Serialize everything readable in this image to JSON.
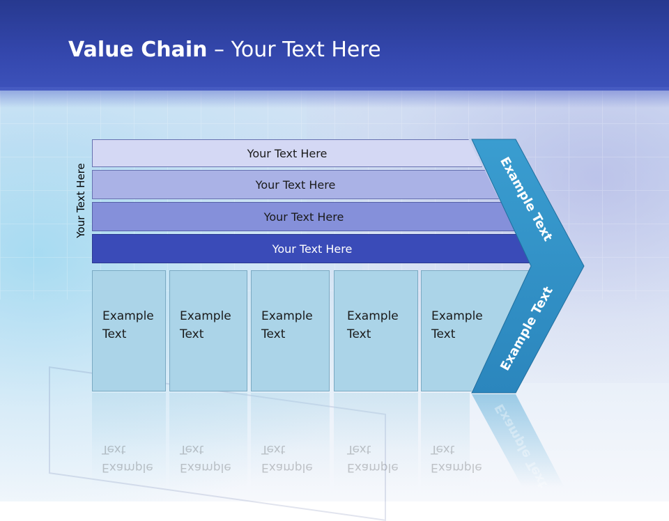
{
  "title": {
    "bold": "Value Chain",
    "rest": " – Your Text Here"
  },
  "side_label": "Your Text Here",
  "bands": [
    {
      "label": "Your Text Here",
      "color": "#d4d8f4"
    },
    {
      "label": "Your Text Here",
      "color": "#aab2e6"
    },
    {
      "label": "Your Text Here",
      "color": "#8590da"
    },
    {
      "label": "Your Text Here",
      "color": "#3a4bb8"
    }
  ],
  "cells": [
    {
      "line1": "Example",
      "line2": "Text"
    },
    {
      "line1": "Example",
      "line2": "Text"
    },
    {
      "line1": "Example",
      "line2": "Text"
    },
    {
      "line1": "Example",
      "line2": "Text"
    },
    {
      "line1": "Example",
      "line2": "Text"
    }
  ],
  "chevron": {
    "upper_text": "Example Text",
    "lower_text": "Example Text",
    "color": "#3596c8"
  }
}
